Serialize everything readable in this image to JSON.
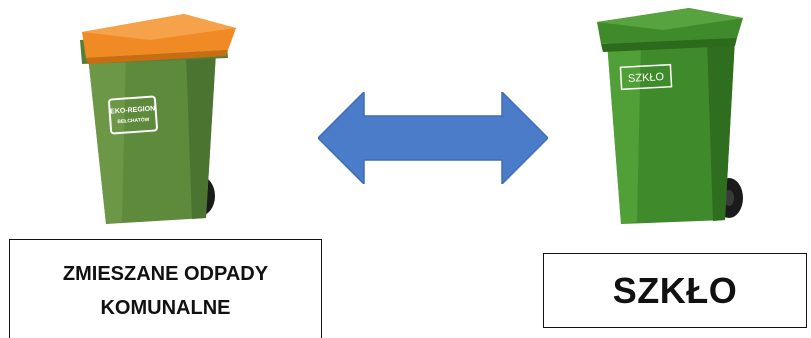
{
  "bins": {
    "left": {
      "sticker_text": "EKO-REGION",
      "sticker_subtext": "BEŁCHATÓW",
      "label_line1": "ZMIESZANE ODPADY",
      "label_line2": "KOMUNALNE",
      "body_color": "#5e8a3c",
      "lid_color": "#f08a24"
    },
    "right": {
      "sticker_text": "SZKŁO",
      "label": "SZKŁO",
      "body_color": "#3f8a2a",
      "lid_color": "#3f8a2a"
    }
  },
  "arrow": {
    "icon": "double-arrow-icon",
    "color": "#4a7cc9"
  }
}
